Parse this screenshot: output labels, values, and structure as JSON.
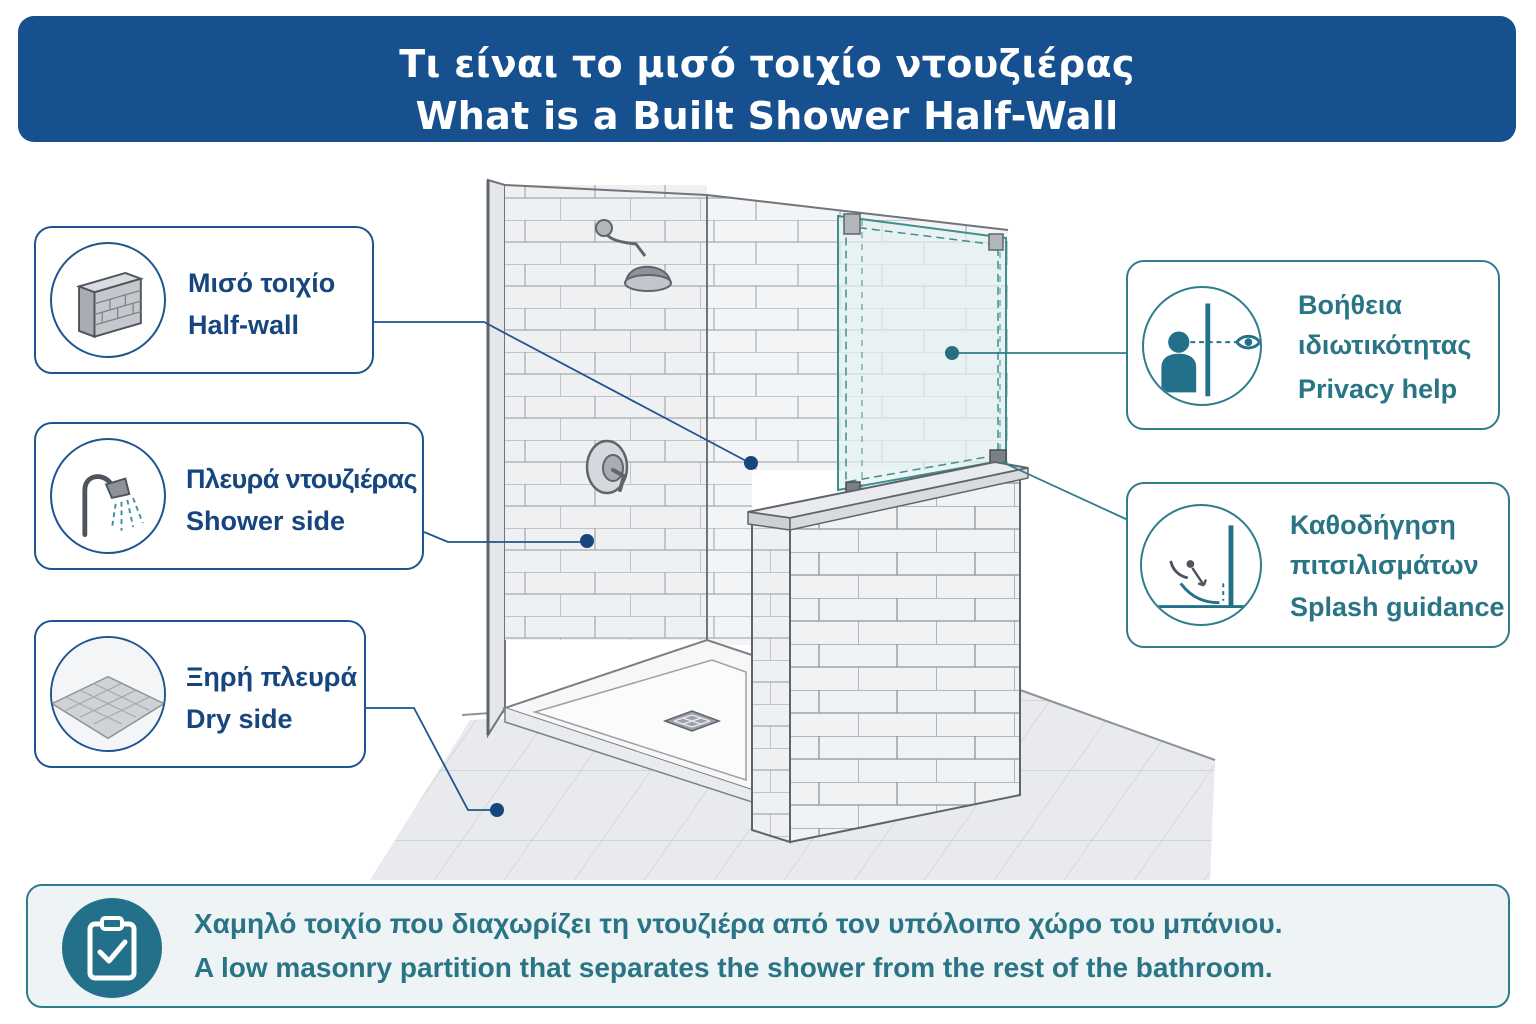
{
  "header": {
    "title_gr": "Τι είναι το μισό τοιχίο ντουζιέρας",
    "title_en": "What is a Built Shower Half-Wall"
  },
  "callouts": {
    "half_wall": {
      "gr": "Μισό τοιχίο",
      "en": "Half-wall"
    },
    "shower_side": {
      "gr": "Πλευρά ντουζιέρας",
      "en": "Shower side"
    },
    "dry_side": {
      "gr": "Ξηρή πλευρά",
      "en": "Dry side"
    },
    "privacy": {
      "gr1": "Βοήθεια",
      "gr2": "ιδιωτικότητας",
      "en": "Privacy help"
    },
    "splash": {
      "gr1": "Καθοδήγηση",
      "gr2": "πιτσιλισμάτων",
      "en": "Splash guidance"
    }
  },
  "footer": {
    "gr": "Χαμηλό τοιχίο που διαχωρίζει τη ντουζιέρα από τον υπόλοιπο χώρο του μπάνιου.",
    "en": "A low masonry partition that separates the shower from the rest of the bathroom."
  },
  "colors": {
    "navy": "#17508f",
    "teal": "#2f7d8c",
    "line": "#1d5590"
  },
  "icons": [
    "half-wall-icon",
    "shower-head-icon",
    "floor-tile-icon",
    "privacy-person-eye-icon",
    "splash-icon",
    "clipboard-check-icon"
  ]
}
